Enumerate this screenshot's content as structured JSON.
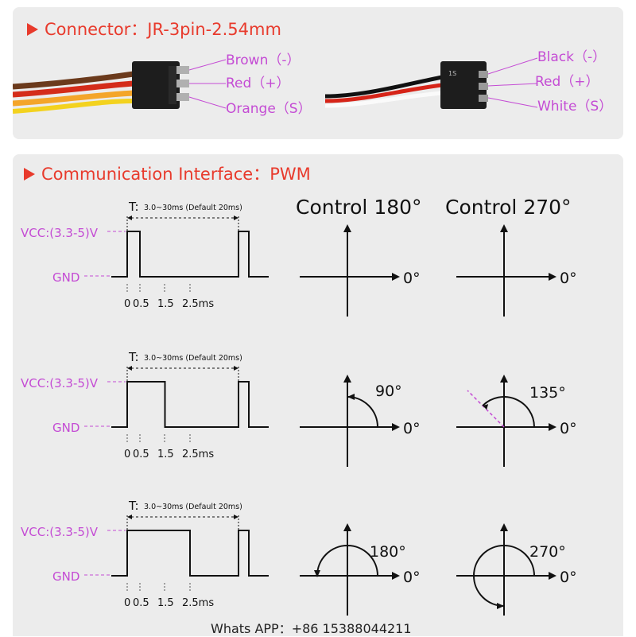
{
  "connector": {
    "title": "Connector：JR-3pin-2.54mm",
    "left_wires": [
      "Brown（-）",
      "Red（+）",
      "Orange（S）"
    ],
    "right_wires": [
      "Black（-）",
      "Red（+）",
      "White（S）"
    ],
    "right_plug_mark": "1S"
  },
  "communication": {
    "title": "Communication Interface：PWM",
    "col_180": "Control 180°",
    "col_270": "Control 270°",
    "vcc_label": "VCC:(3.3-5)V",
    "gnd_label": "GND",
    "period_prefix": "T:",
    "period_text": "3.0~30ms (Default 20ms)",
    "ticks": [
      "0",
      "0.5",
      "1.5",
      "2.5ms"
    ],
    "zero_label": "0°",
    "rows": [
      {
        "pulse_ms": 0.5,
        "angle_180": "",
        "angle_270": ""
      },
      {
        "pulse_ms": 1.5,
        "angle_180": "90°",
        "angle_270": "135°"
      },
      {
        "pulse_ms": 2.5,
        "angle_180": "180°",
        "angle_270": "270°"
      }
    ]
  },
  "footer": "Whats APP：+86 15388044211",
  "colors": {
    "accent": "#e83a2c",
    "label_pink": "#c44bd4",
    "panel": "#ececec"
  }
}
